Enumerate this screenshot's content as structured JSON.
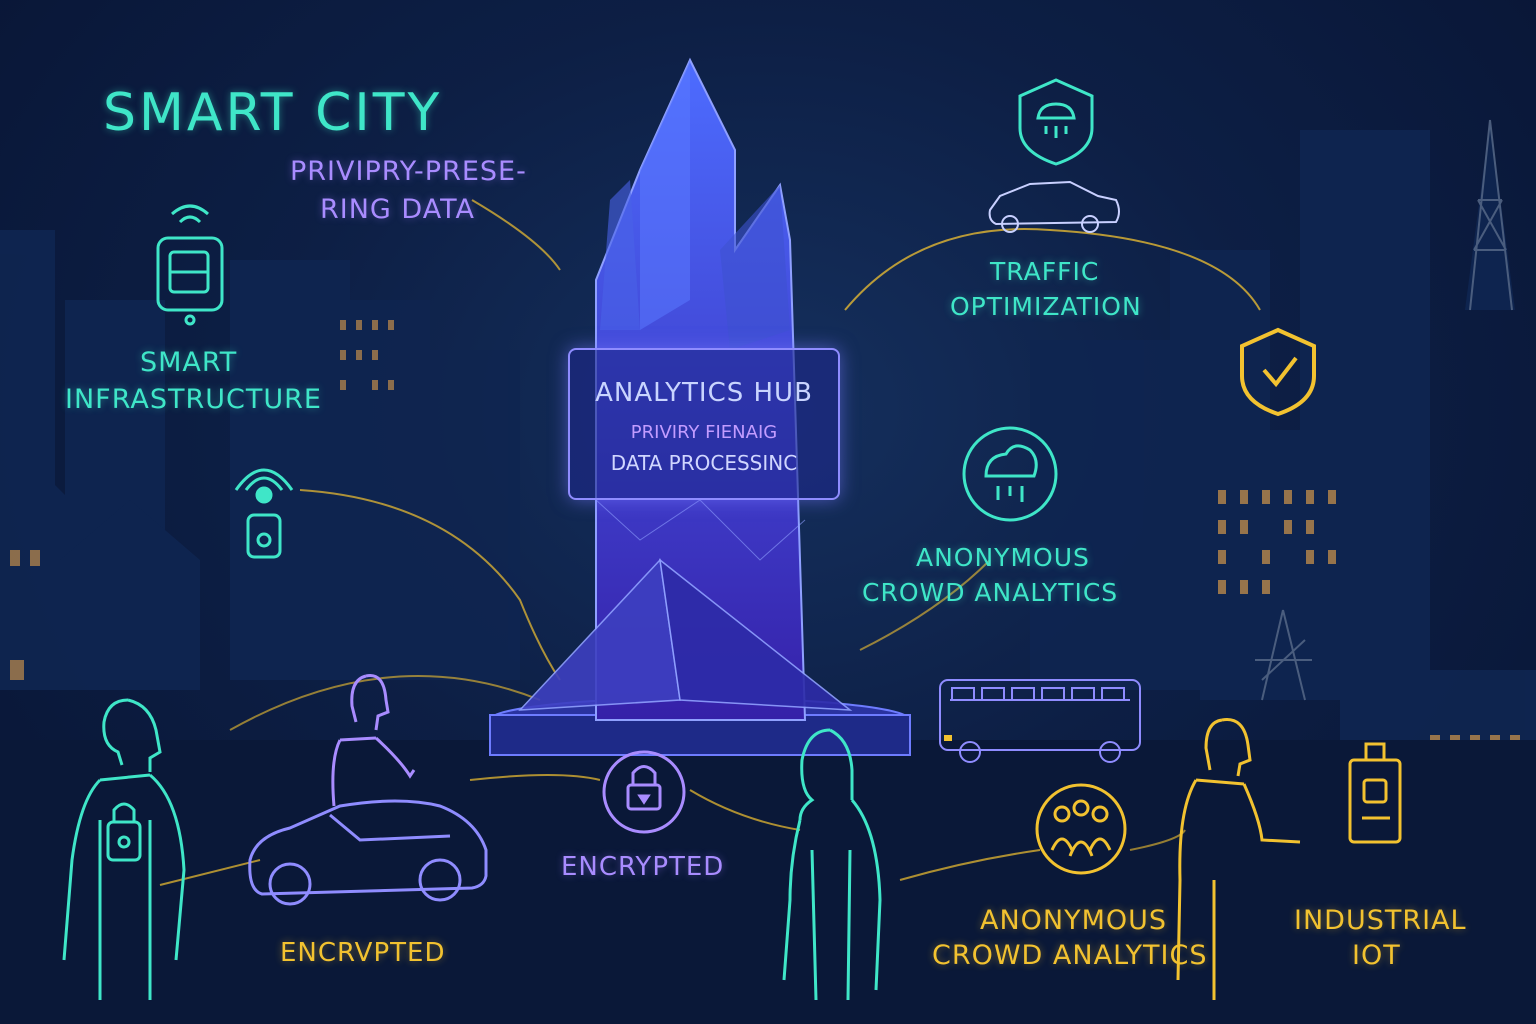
{
  "title": "SMART CITY",
  "subtitle_line1": "PRIVIPRY-PRESE-",
  "subtitle_line2": "RING DATA",
  "hub": {
    "line1": "ANALYTICS HUB",
    "line2": "PRIVIRY FIENAIG",
    "line3": "DATA PROCESSINC"
  },
  "labels": {
    "smart_infrastructure_1": "SMART",
    "smart_infrastructure_2": "INFRASTRUCTURE",
    "traffic_1": "TRAFFIC",
    "traffic_2": "OPTIMIZATION",
    "crowd_upper_1": "ANONYMOUS",
    "crowd_upper_2": "CROWD ANALYTICS",
    "encrypted_center": "ENCRYPTED",
    "encrypted_left": "ENCRVPTED",
    "crowd_lower_1": "ANONYMOUS",
    "crowd_lower_2": "CROWD ANALYTICS",
    "industrial_1": "INDUSTRIAL",
    "industrial_2": "IOT"
  },
  "colors": {
    "teal": "#3fe6c8",
    "violet": "#a98cff",
    "gold": "#f2c230",
    "hub_blue": "#3a4fd8",
    "background": "#0d1f45"
  },
  "icons": [
    "smart-device-icon",
    "wireless-lock-icon",
    "shield-cloud-icon",
    "car-icon",
    "shield-check-icon",
    "cloud-data-icon",
    "padlock-icon",
    "people-group-icon",
    "iot-sensor-icon",
    "bus-icon",
    "power-tower-icon"
  ]
}
